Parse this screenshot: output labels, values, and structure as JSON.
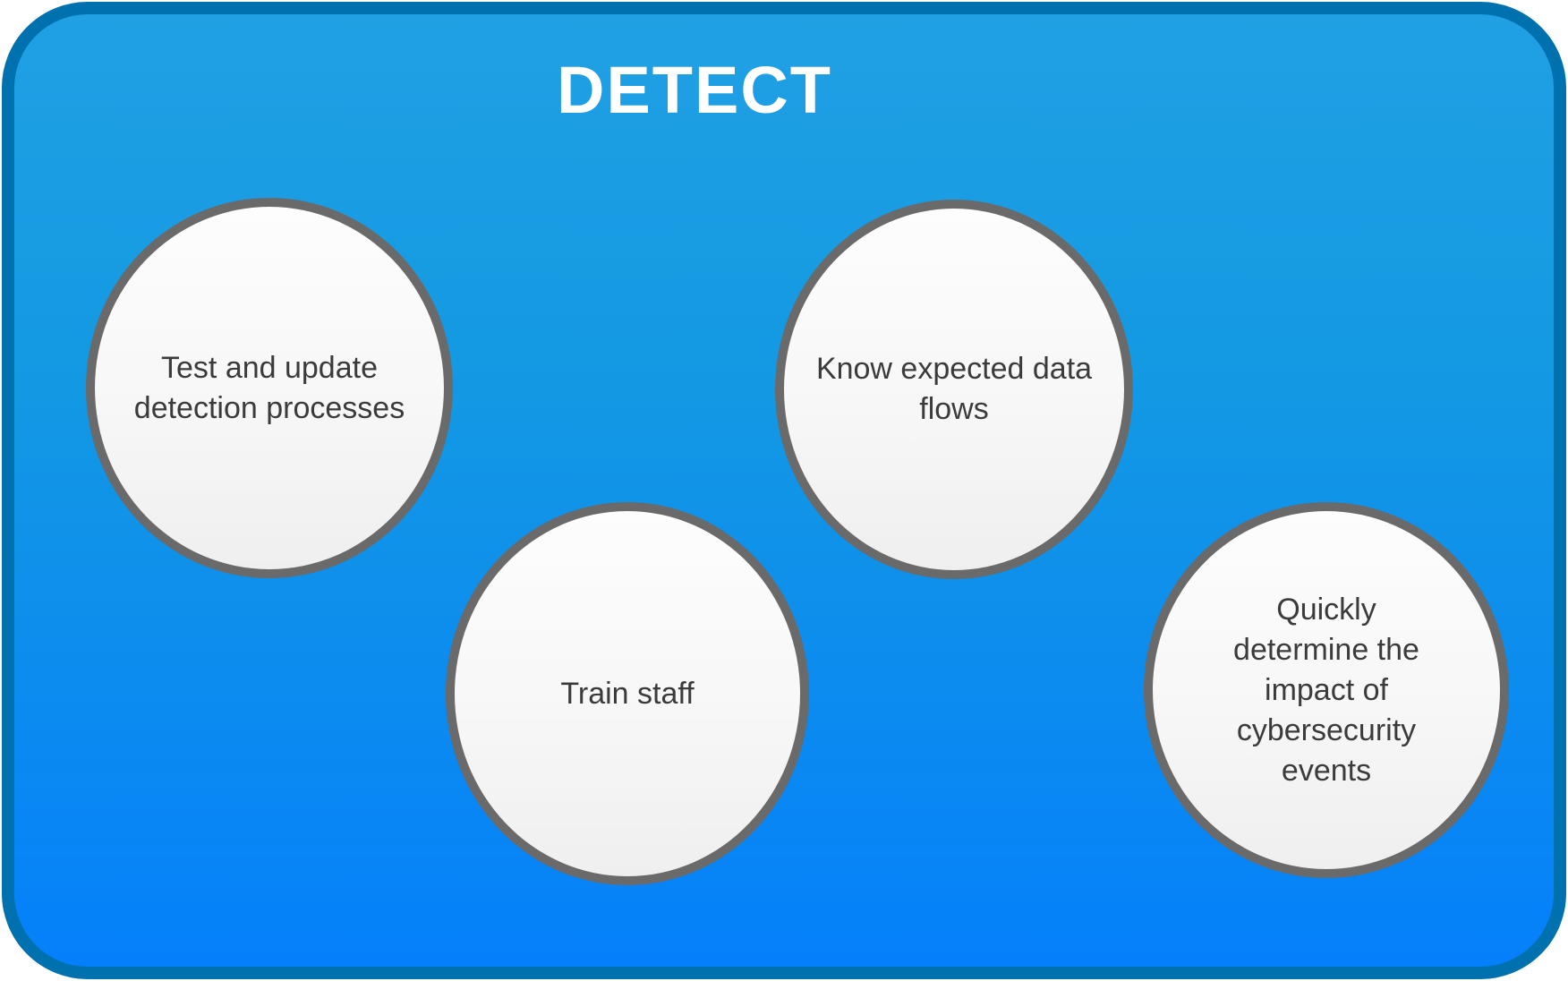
{
  "diagram": {
    "title": "DETECT",
    "nodes": [
      {
        "label": "Test and update detection processes"
      },
      {
        "label": "Know expected data flows"
      },
      {
        "label": "Train staff"
      },
      {
        "label": "Quickly determine the impact of cybersecurity events"
      }
    ]
  },
  "colors": {
    "panel_border": "#0071AF",
    "panel_fill_top": "#21A0E4",
    "panel_fill_bottom": "#0580FA",
    "circle_border": "#6A6A6A",
    "circle_fill": "#F7F7F7",
    "label_text": "#3B3B3B",
    "title_text": "#FFFFFF"
  }
}
